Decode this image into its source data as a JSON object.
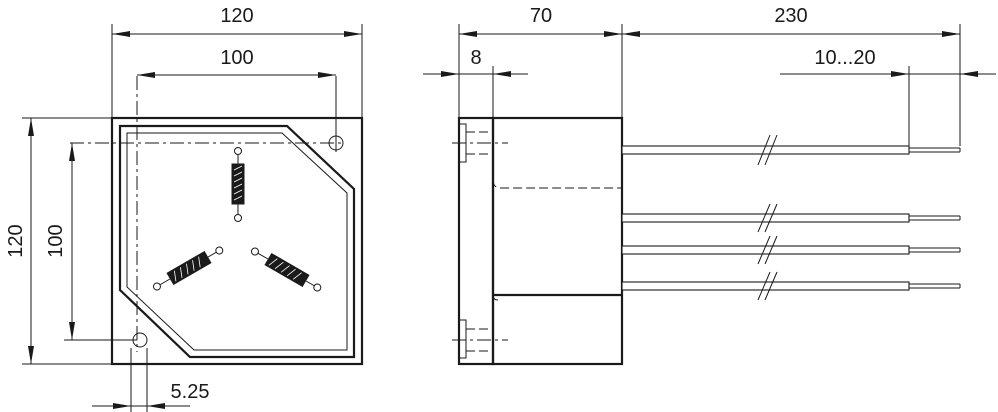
{
  "dimensions": {
    "front_width_outer": "120",
    "front_width_holes": "100",
    "front_height_outer": "120",
    "front_height_holes": "100",
    "hole_offset": "5.25",
    "side_depth": "70",
    "side_flange": "8",
    "lead_length": "230",
    "strip_length": "10...20"
  },
  "symbols": {
    "front_view": "component-outline",
    "coils": [
      "vertical-coil",
      "left-coil",
      "right-coil"
    ],
    "mounting_holes": [
      "hole-top-right",
      "hole-bottom-left"
    ]
  }
}
